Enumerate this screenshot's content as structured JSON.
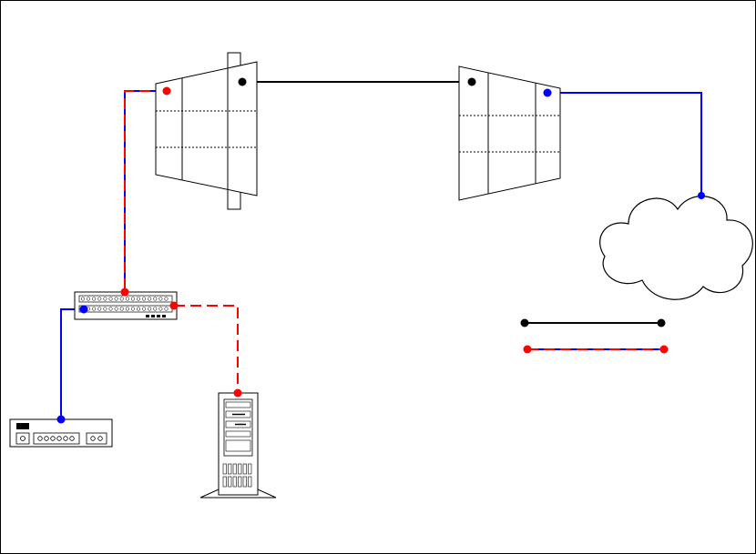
{
  "diagram": {
    "type": "network-topology",
    "nodes": [
      {
        "id": "router-left",
        "kind": "router/device (trapezoid, left)"
      },
      {
        "id": "router-right",
        "kind": "router/device (trapezoid, right)"
      },
      {
        "id": "cloud",
        "kind": "cloud"
      },
      {
        "id": "switch",
        "kind": "patch panel / switch"
      },
      {
        "id": "desktop-device",
        "kind": "desktop unit"
      },
      {
        "id": "tower-server",
        "kind": "tower server"
      }
    ],
    "links": [
      {
        "from": "router-left",
        "to": "router-right",
        "style": "solid-black"
      },
      {
        "from": "router-right",
        "to": "cloud",
        "style": "solid-blue"
      },
      {
        "from": "router-left",
        "to": "switch",
        "style": "dashed-red-blue"
      },
      {
        "from": "switch",
        "to": "desktop-device",
        "style": "solid-blue"
      },
      {
        "from": "switch",
        "to": "tower-server",
        "style": "dashed-red-blue"
      }
    ],
    "legend": [
      {
        "style": "solid-black",
        "label": ""
      },
      {
        "style": "dashed-red-blue",
        "label": ""
      }
    ],
    "colors": {
      "black_link": "#000000",
      "blue_link": "#0000ff",
      "red_link": "#ff0000",
      "node_fill": "#ffffff",
      "stroke": "#000000"
    }
  }
}
